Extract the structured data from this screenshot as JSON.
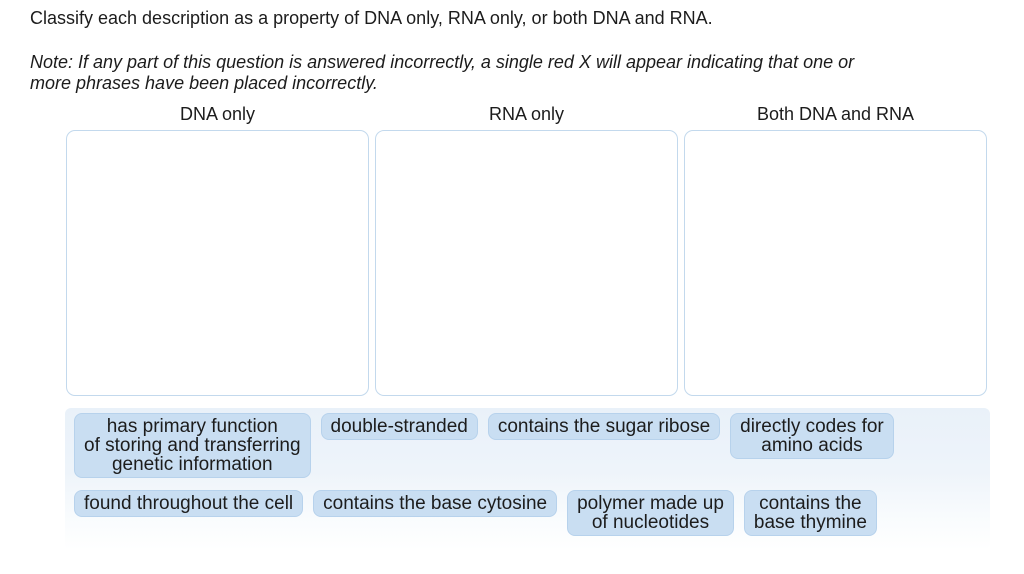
{
  "prompt": "Classify each description as a property of DNA only, RNA only, or both DNA and RNA.",
  "note": {
    "line1": "Note: If any part of this question is answered incorrectly, a single red X will appear indicating that one or",
    "line2": "more phrases have been placed incorrectly."
  },
  "bins": [
    {
      "label": "DNA only"
    },
    {
      "label": "RNA only"
    },
    {
      "label": "Both DNA and RNA"
    }
  ],
  "tray": {
    "rows": [
      {
        "chips": [
          {
            "lines": [
              "has primary function",
              "of storing and transferring",
              "genetic information"
            ]
          },
          {
            "lines": [
              "double-stranded"
            ]
          },
          {
            "lines": [
              "contains the sugar ribose"
            ]
          },
          {
            "lines": [
              "directly codes for",
              "amino acids"
            ]
          }
        ]
      },
      {
        "chips": [
          {
            "lines": [
              "found throughout the cell"
            ]
          },
          {
            "lines": [
              "contains the base cytosine"
            ]
          },
          {
            "lines": [
              "polymer made up",
              "of nucleotides"
            ]
          },
          {
            "lines": [
              "contains the",
              "base thymine"
            ]
          }
        ]
      }
    ]
  },
  "colors": {
    "chip_fill": "#c9def2",
    "chip_border": "#b7d2ec",
    "bin_border": "#c3d9ed",
    "tray_top": "#e9f1f9",
    "text": "#1c1c1c",
    "page_bg": "#ffffff"
  }
}
